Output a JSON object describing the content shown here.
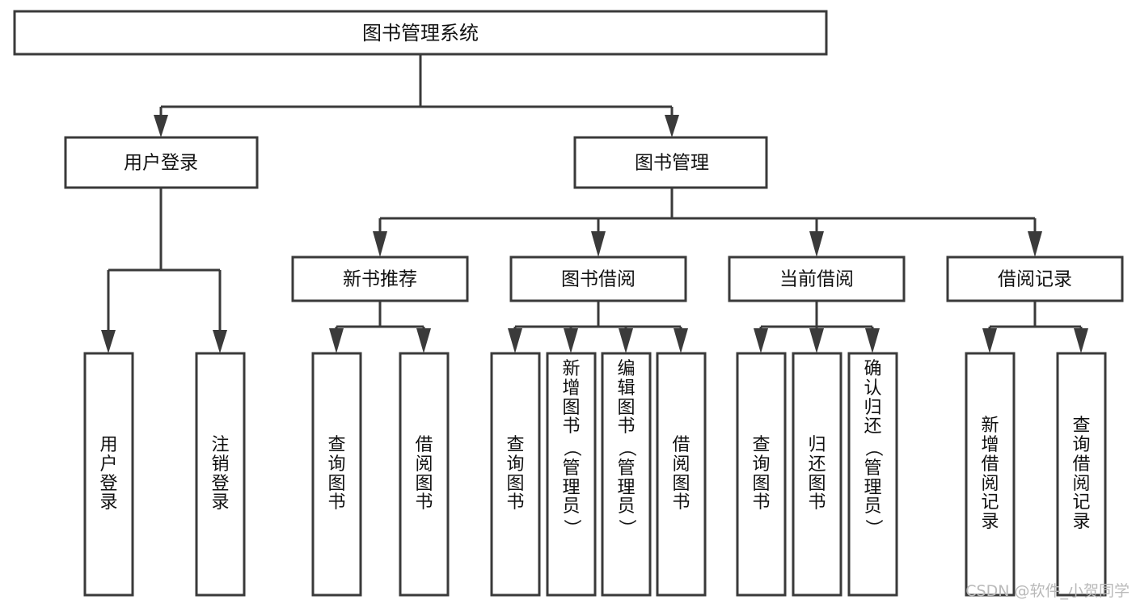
{
  "diagram": {
    "kind": "tree-hierarchy-chart",
    "root": {
      "id": "root",
      "label": "图书管理系统"
    },
    "level2": [
      {
        "id": "user-login",
        "label": "用户登录"
      },
      {
        "id": "book-manage",
        "label": "图书管理"
      }
    ],
    "level3": [
      {
        "id": "new-book-rec",
        "label": "新书推荐"
      },
      {
        "id": "book-borrow",
        "label": "图书借阅"
      },
      {
        "id": "current-borrow",
        "label": "当前借阅"
      },
      {
        "id": "borrow-record",
        "label": "借阅记录"
      }
    ],
    "leaves": {
      "user_login": [
        {
          "id": "leaf-user-login",
          "label": "用户登录"
        },
        {
          "id": "leaf-logout-login",
          "label": "注销登录"
        }
      ],
      "new_book_rec": [
        {
          "id": "leaf-query-book-1",
          "label": "查询图书"
        },
        {
          "id": "leaf-borrow-book-1",
          "label": "借阅图书"
        }
      ],
      "book_borrow": [
        {
          "id": "leaf-query-book-2",
          "label": "查询图书"
        },
        {
          "id": "leaf-add-book",
          "label": "新增图书（管理员）"
        },
        {
          "id": "leaf-edit-book",
          "label": "编辑图书（管理员）"
        },
        {
          "id": "leaf-borrow-book-2",
          "label": "借阅图书"
        }
      ],
      "current_borrow": [
        {
          "id": "leaf-query-book-3",
          "label": "查询图书"
        },
        {
          "id": "leaf-return-book",
          "label": "归还图书"
        },
        {
          "id": "leaf-confirm-return",
          "label": "确认归还（管理员）"
        }
      ],
      "borrow_record": [
        {
          "id": "leaf-add-record",
          "label": "新增借阅记录"
        },
        {
          "id": "leaf-query-record",
          "label": "查询借阅记录"
        }
      ]
    }
  },
  "watermark": {
    "text": "CSDN @软件_小贺同学"
  },
  "colors": {
    "stroke": "#3a3a3a",
    "box_fill": "#ffffff",
    "text": "#111111",
    "background": "#ffffff",
    "watermark": "#b9b9b9"
  }
}
